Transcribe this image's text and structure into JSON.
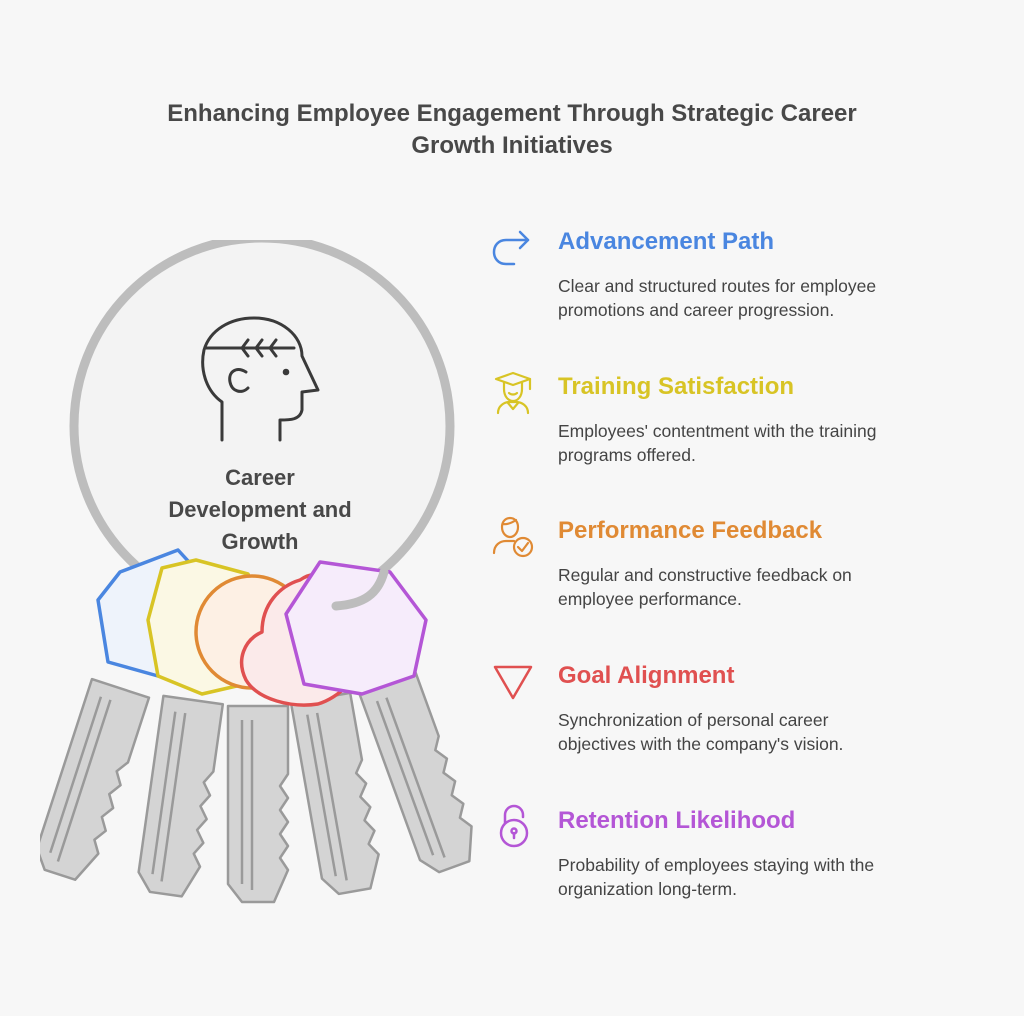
{
  "title": {
    "line1": "Enhancing Employee Engagement Through Strategic Career",
    "line2": "Growth Initiatives"
  },
  "center": {
    "line1": "Career",
    "line2": "Development and",
    "line3": "Growth",
    "icon": "head-with-arrows-icon"
  },
  "colors": {
    "blue": "#4a86e0",
    "yellow": "#d8c425",
    "orange": "#e08a34",
    "red": "#e05050",
    "purple": "#b456d6",
    "ring": "#bdbdbd",
    "keys": "#d2d2d2",
    "text": "#484848"
  },
  "items": [
    {
      "title": "Advancement Path",
      "desc_line1": "Clear and structured routes for employee",
      "desc_line2": "promotions and career progression.",
      "icon": "redo-arrow-icon",
      "color": "#4a86e0"
    },
    {
      "title": "Training Satisfaction",
      "desc_line1": "Employees' contentment with the training",
      "desc_line2": "programs offered.",
      "icon": "graduate-icon",
      "color": "#d8c425"
    },
    {
      "title": "Performance Feedback",
      "desc_line1": "Regular and constructive feedback on",
      "desc_line2": "employee performance.",
      "icon": "person-check-icon",
      "color": "#e08a34"
    },
    {
      "title": "Goal Alignment",
      "desc_line1": "Synchronization of personal career",
      "desc_line2": "objectives with the company's vision.",
      "icon": "triangle-down-icon",
      "color": "#e05050"
    },
    {
      "title": "Retention Likelihood",
      "desc_line1": "Probability of employees staying with the",
      "desc_line2": "organization long-term.",
      "icon": "unlocked-padlock-icon",
      "color": "#b456d6"
    }
  ]
}
